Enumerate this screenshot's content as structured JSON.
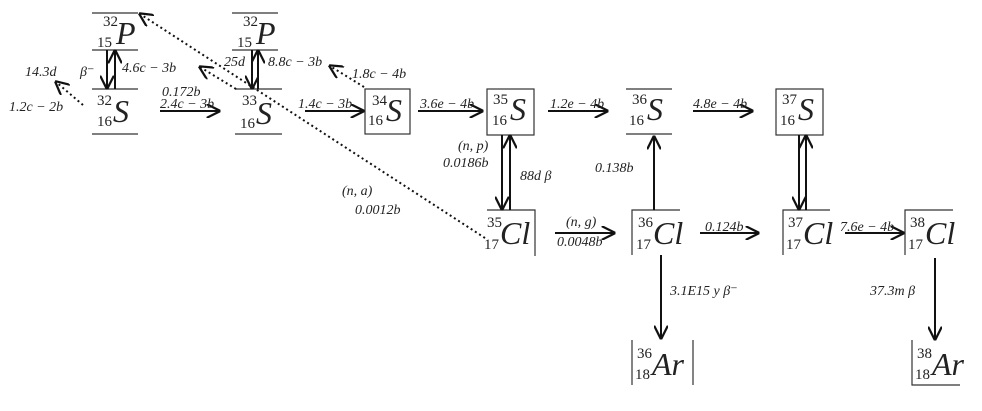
{
  "nuclides": {
    "p32a": {
      "A": "32",
      "Z": "15",
      "sym": "P"
    },
    "s32": {
      "A": "32",
      "Z": "16",
      "sym": "S"
    },
    "p32b": {
      "A": "32",
      "Z": "15",
      "sym": "P"
    },
    "s33": {
      "A": "33",
      "Z": "16",
      "sym": "S"
    },
    "s34": {
      "A": "34",
      "Z": "16",
      "sym": "S"
    },
    "s35": {
      "A": "35",
      "Z": "16",
      "sym": "S"
    },
    "s36": {
      "A": "36",
      "Z": "16",
      "sym": "S"
    },
    "s37": {
      "A": "37",
      "Z": "16",
      "sym": "S"
    },
    "cl35": {
      "A": "35",
      "Z": "17",
      "sym": "Cl"
    },
    "cl36": {
      "A": "36",
      "Z": "17",
      "sym": "Cl"
    },
    "cl37": {
      "A": "37",
      "Z": "17",
      "sym": "Cl"
    },
    "cl38": {
      "A": "38",
      "Z": "17",
      "sym": "Cl"
    },
    "ar36": {
      "A": "36",
      "Z": "18",
      "sym": "Ar"
    },
    "ar38": {
      "A": "38",
      "Z": "18",
      "sym": "Ar"
    }
  },
  "labels": {
    "l_14_3d": "14.3d",
    "l_1_2c": "1.2c − 2b",
    "l_beta": "β⁻",
    "l_4_6c": "4.6c − 3b",
    "l_0_172b": "0.172b",
    "l_2_4c": "2.4c − 3b",
    "l_25d": "25d",
    "l_8_8c": "8.8c − 3b",
    "l_1_8c": "1.8c − 4b",
    "l_1_4c": "1.4c − 3b",
    "l_3_6e": "3.6e − 4b",
    "l_1_2e": "1.2e − 4b",
    "l_4_8e": "4.8e − 4b",
    "l_np": "(n, p)",
    "l_0_0186b": "0.0186b",
    "l_88d": "88d  β",
    "l_0_138b": "0.138b",
    "l_na": "(n, a)",
    "l_0_0012b": "0.0012b",
    "l_ng": "(n, g)",
    "l_0_0048b": "0.0048b",
    "l_0_124b": "0.124b",
    "l_7_6e": "7.6e − 4b",
    "l_3_1e15": "3.1E15 y β⁻",
    "l_37_3m": "37.3m β"
  }
}
